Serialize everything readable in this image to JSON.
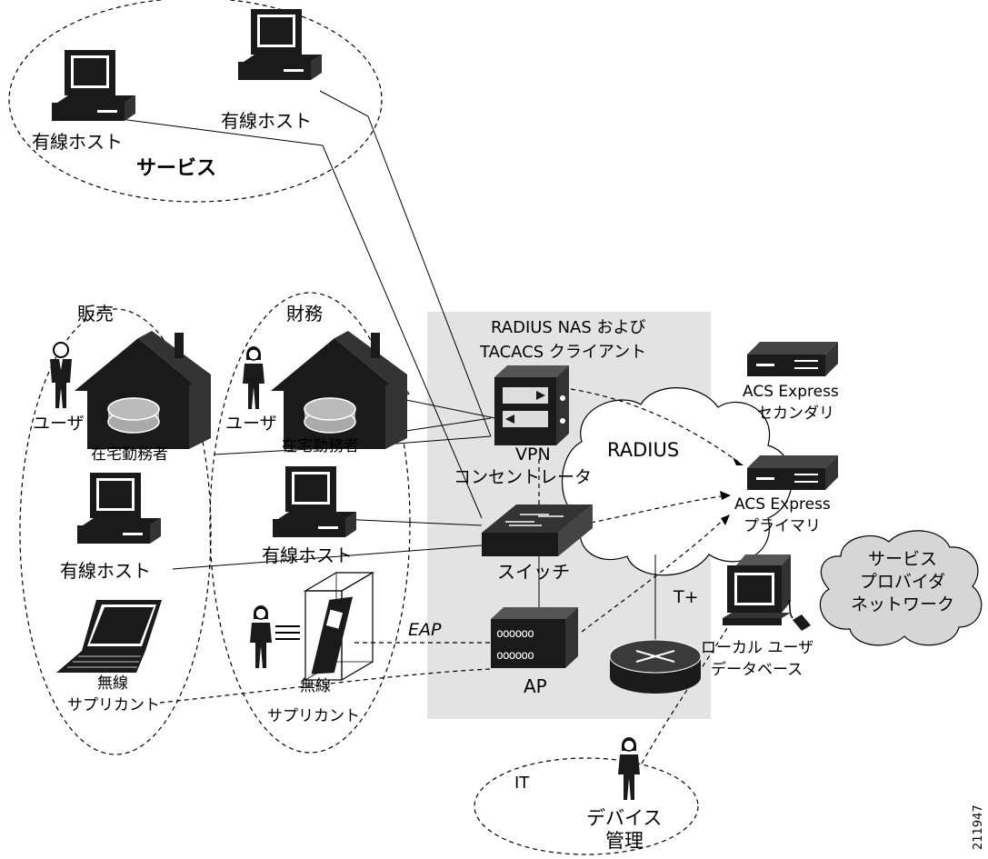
{
  "groups": {
    "services": "サービス",
    "sales": "販売",
    "finance": "財務",
    "it": "IT"
  },
  "labels": {
    "svc_wired_host_1": "有線ホスト",
    "svc_wired_host_2": "有線ホスト",
    "sales_user": "ユーザ",
    "sales_teleworker": "在宅勤務者",
    "sales_wired_host": "有線ホスト",
    "sales_wireless_1": "無線",
    "sales_wireless_2": "サプリカント",
    "fin_user": "ユーザ",
    "fin_teleworker": "在宅勤務者",
    "fin_wired_host": "有線ホスト",
    "fin_wireless_1": "無線",
    "fin_wireless_2": "サプリカント",
    "nas_title_1": "RADIUS NAS および",
    "nas_title_2": "TACACS クライアント",
    "vpn_1": "VPN",
    "vpn_2": "コンセントレータ",
    "switch": "スイッチ",
    "ap": "AP",
    "eap": "EAP",
    "radius": "RADIUS",
    "tplus": "T+",
    "acs_secondary_1": "ACS Express",
    "acs_secondary_2": "セカンダリ",
    "acs_primary_1": "ACS Express",
    "acs_primary_2": "プライマリ",
    "local_db_1": "ローカル ユーザ",
    "local_db_2": "データベース",
    "provider_1": "サービス",
    "provider_2": "プロバイダ",
    "provider_3": "ネットワーク",
    "device_mgmt_1": "デバイス",
    "device_mgmt_2": "管理",
    "figure_id": "211947"
  },
  "colors": {
    "line": "#000000",
    "nas_bg": "#e3e3e3",
    "cloud_fill": "#ffffff",
    "provider_cloud_fill": "#d6d6d6",
    "device_dark": "#1a1a1a"
  }
}
